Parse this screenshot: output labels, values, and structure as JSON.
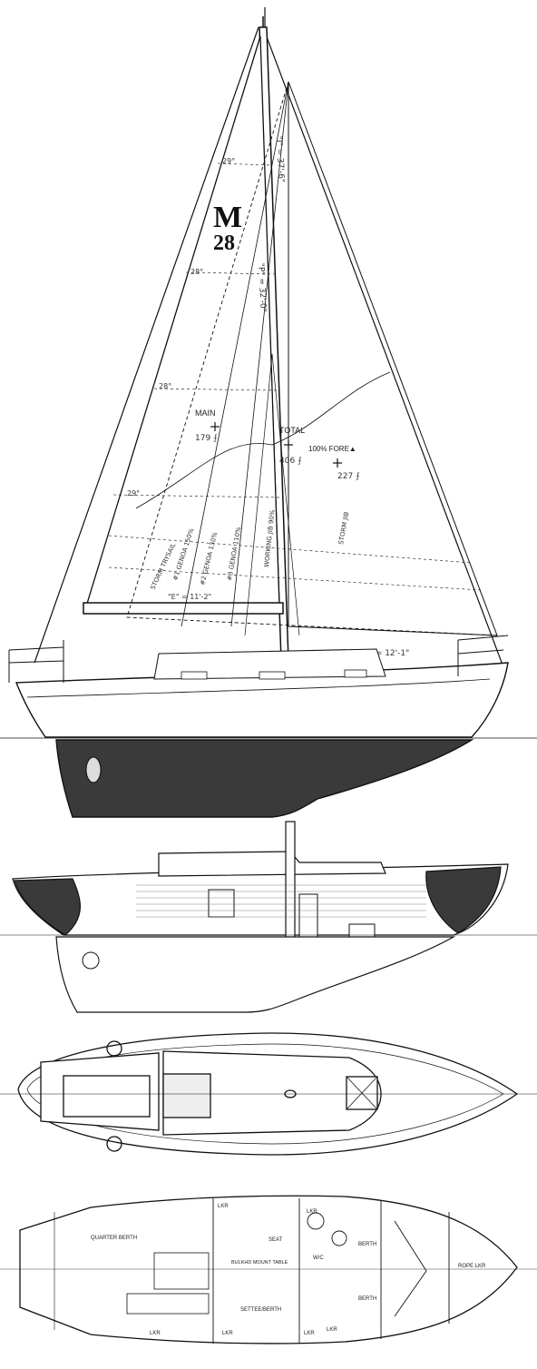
{
  "logo": {
    "mark": "M",
    "number": "28"
  },
  "sail_plan": {
    "dim_I": "\"I\" = 37'-6\"",
    "dim_P": "\"P\" = 32'-0\"",
    "dim_E": "\"E\" = 11'-2\"",
    "dim_J": "\"J\" = 12'-1\"",
    "main_label": "MAIN",
    "main_area": "179 ⨍",
    "total_label": "TOTAL",
    "total_area": "406 ⨍",
    "fore_label": "100% FORE▲",
    "fore_area": "227 ⨍",
    "genoa1": "#1 GENOA 150%",
    "genoa2": "#2 GENOA 130%",
    "genoa3": "#3 GENOA 110%",
    "working_jib": "WORKING JIB 90%",
    "storm_jib": "STORM JIB",
    "storm_trysail": "STORM TRYSAIL",
    "reef_marks": [
      "29°",
      "28°",
      "28°",
      "29°"
    ]
  },
  "accommodation": {
    "quarter_berth": "QUARTER BERTH",
    "locker_1": "LKR",
    "locker_2": "LKR",
    "seat": "SEAT",
    "wc": "W/C",
    "berth_1": "BERTH",
    "berth_2": "BERTH",
    "table": "BULKHD MOUNT TABLE",
    "settee": "SETTEE/BERTH",
    "rope_locker": "ROPE LKR",
    "bottom_lockers": [
      "LKR",
      "LKR",
      "LKR",
      "LKR"
    ]
  }
}
